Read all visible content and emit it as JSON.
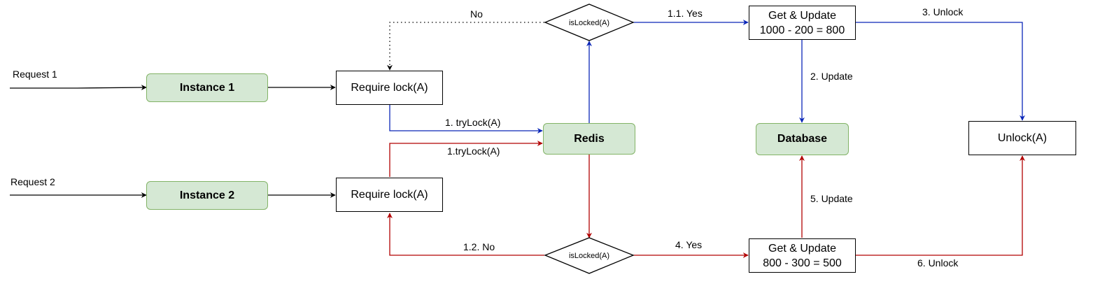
{
  "diagram": {
    "requests": {
      "r1": "Request 1",
      "r2": "Request 2"
    },
    "instances": {
      "i1": "Instance 1",
      "i2": "Instance 2"
    },
    "require_lock": {
      "top": "Require lock(A)",
      "bottom": "Require lock(A)"
    },
    "redis": "Redis",
    "database": "Database",
    "unlock": "Unlock(A)",
    "decisions": {
      "top": "isLocked(A)",
      "bottom": "isLocked(A)"
    },
    "get_update_top": {
      "line1": "Get & Update",
      "line2": "1000 - 200 = 800"
    },
    "get_update_bottom": {
      "line1": "Get & Update",
      "line2": "800 - 300 = 500"
    },
    "edge_labels": {
      "no": "No",
      "yes_1_1": "1.1. Yes",
      "unlock_3": "3. Unlock",
      "update_2": "2. Update",
      "trylock_1_top": "1. tryLock(A)",
      "trylock_1_bottom": "1.tryLock(A)",
      "update_5": "5. Update",
      "no_1_2": "1.2. No",
      "yes_4": "4. Yes",
      "unlock_6": "6. Unlock"
    },
    "colors": {
      "flow_request_1": "#0a26b8",
      "flow_request_2": "#b20000",
      "neutral": "#000000",
      "node_fill": "#d5e8d4",
      "node_stroke": "#82b366"
    }
  }
}
